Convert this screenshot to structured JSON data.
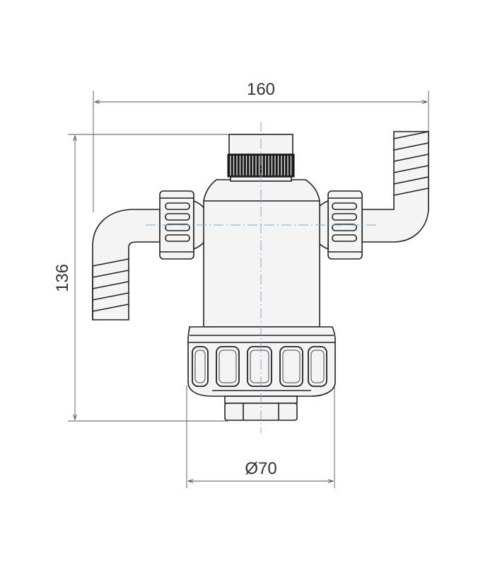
{
  "dimensions": {
    "overall_width": "160",
    "overall_height": "136",
    "bowl_diameter": "Ø70"
  },
  "colors": {
    "outline": "#222222",
    "dimension_line": "#666666",
    "center_line": "#6fb0d0",
    "text": "#333333"
  }
}
